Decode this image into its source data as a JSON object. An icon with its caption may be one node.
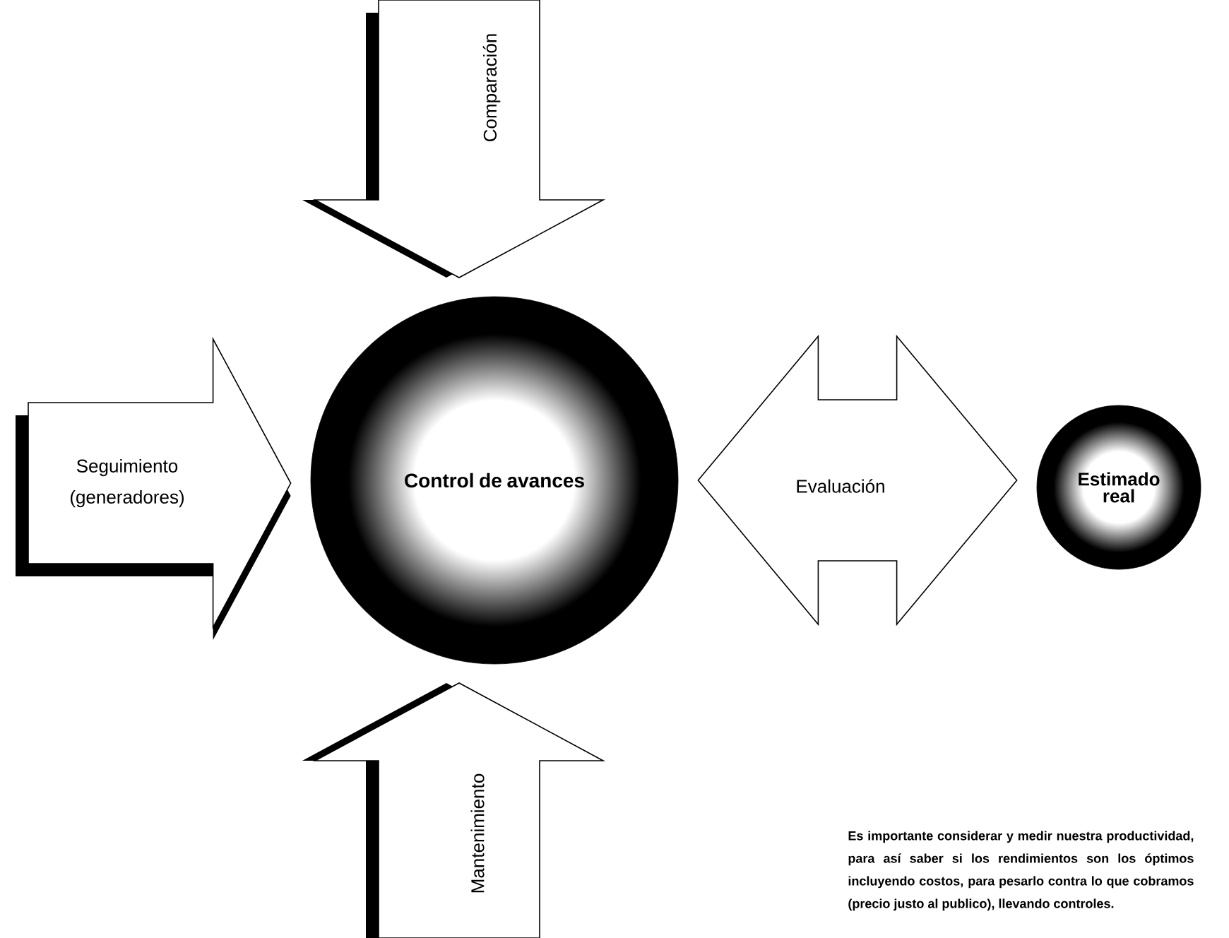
{
  "diagram": {
    "nodes": [
      {
        "text": [
          "Control de avances"
        ]
      },
      {
        "text": [
          "Estimado real"
        ]
      }
    ],
    "edges": [
      {
        "from": null,
        "to": 0,
        "arrow": "to",
        "label": "Comparación"
      },
      {
        "from": null,
        "to": 0,
        "arrow": "to",
        "label": "Seguimiento (generadores)"
      },
      {
        "from": 0,
        "to": 1,
        "arrow": "both",
        "label": "Evaluación"
      },
      {
        "from": null,
        "to": 0,
        "arrow": "to",
        "label": "Mantenimiento"
      }
    ],
    "labels": [
      "Es importante considerar y medir nuestra productividad, para así saber si los rendimientos son los óptimos incluyendo costos, para pesarlo contra lo que cobramos (precio justo al publico), llevando controles."
    ]
  }
}
